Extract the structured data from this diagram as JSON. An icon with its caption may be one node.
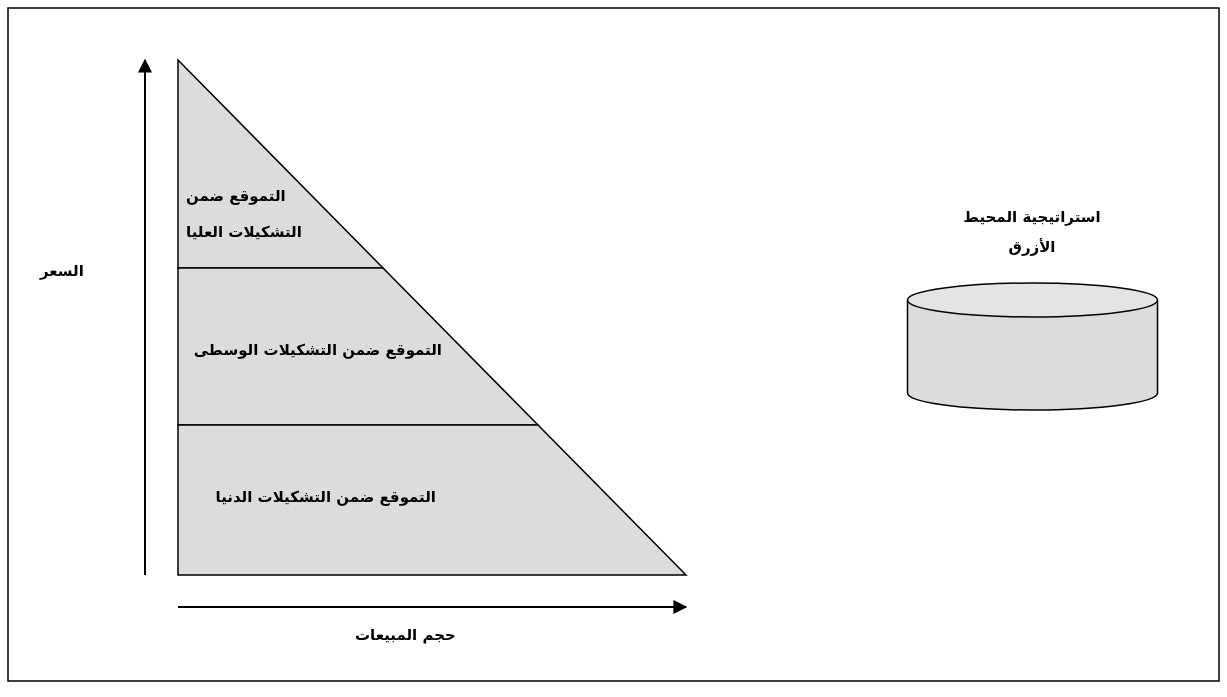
{
  "diagram": {
    "nodes": [
      {
        "text": [
          "التموقع ضمن التشكيلات العليا"
        ]
      },
      {
        "text": [
          "التموقع ضمن التشكيلات الوسطى"
        ]
      },
      {
        "text": [
          "التموقع ضمن التشكيلات الدنيا"
        ]
      },
      {
        "text": [
          "استراتيجية المحيط الأزرق"
        ]
      }
    ],
    "labels": [
      "السعر",
      "حجم المبيعات"
    ]
  }
}
